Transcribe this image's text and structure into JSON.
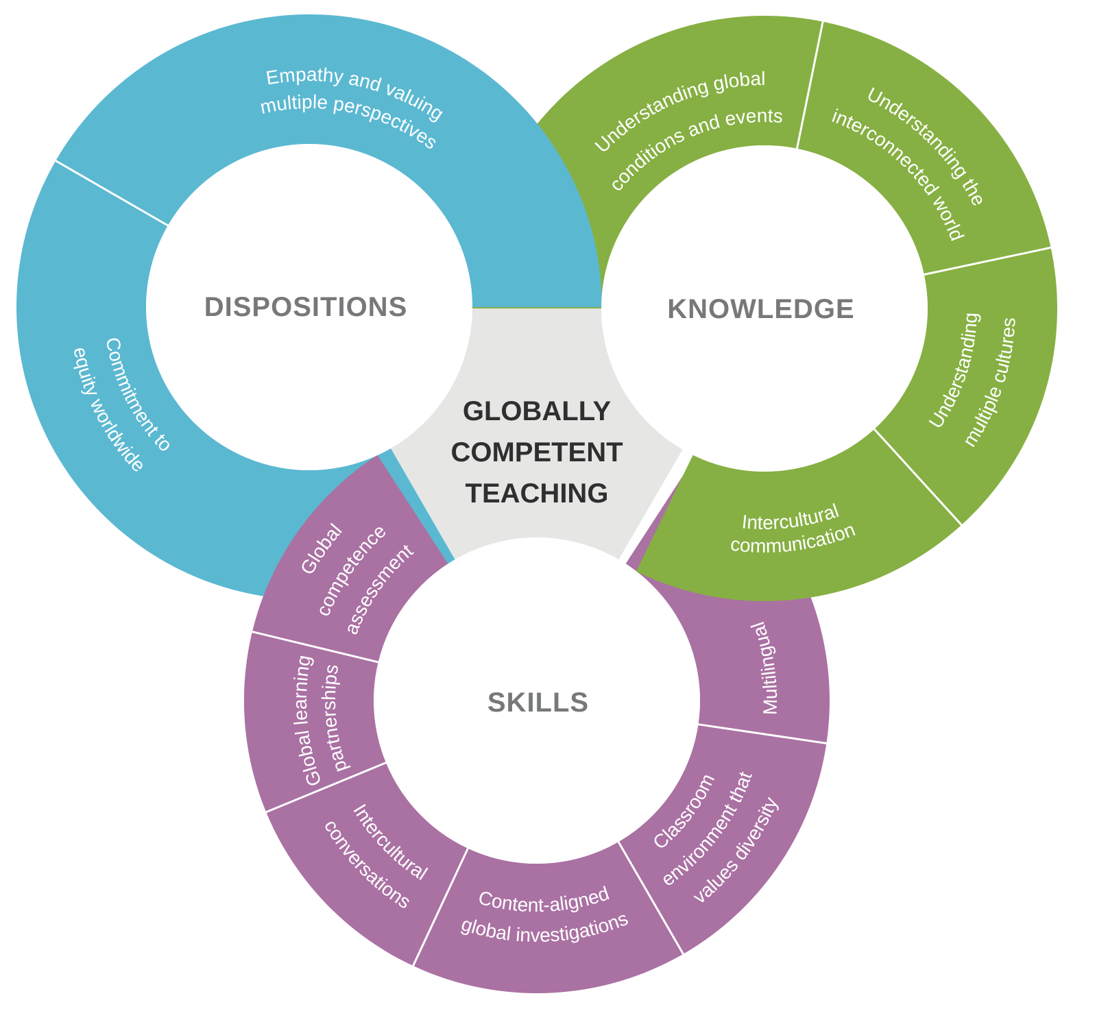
{
  "colors": {
    "dispositions": "#5bb8d1",
    "knowledge": "#86b043",
    "skills": "#aa71a3",
    "center": "#e6e6e4",
    "ring_title": "#77787a",
    "center_title": "#2f2f30"
  },
  "center": {
    "lines": [
      "GLOBALLY",
      "COMPETENT",
      "TEACHING"
    ]
  },
  "rings": {
    "dispositions": {
      "title": "DISPOSITIONS",
      "segments": [
        {
          "lines": [
            "Empathy and valuing",
            "multiple perspectives"
          ]
        },
        {
          "lines": [
            "Commitment to",
            "equity worldwide"
          ]
        }
      ]
    },
    "knowledge": {
      "title": "KNOWLEDGE",
      "segments": [
        {
          "lines": [
            "Understanding global",
            "conditions and events"
          ]
        },
        {
          "lines": [
            "Understanding the",
            "interconnected world"
          ]
        },
        {
          "lines": [
            "Understanding",
            "multiple cultures"
          ]
        },
        {
          "lines": [
            "Intercultural",
            "communication"
          ]
        }
      ]
    },
    "skills": {
      "title": "SKILLS",
      "segments": [
        {
          "lines": [
            "Global",
            "competence",
            "assessment"
          ]
        },
        {
          "lines": [
            "Global learning",
            "partnerships"
          ]
        },
        {
          "lines": [
            "Intercultural",
            "conversations"
          ]
        },
        {
          "lines": [
            "Content-aligned",
            "global investigations"
          ]
        },
        {
          "lines": [
            "Classroom",
            "environment that",
            "values diversity"
          ]
        },
        {
          "lines": [
            "Multilingual"
          ]
        }
      ]
    }
  }
}
